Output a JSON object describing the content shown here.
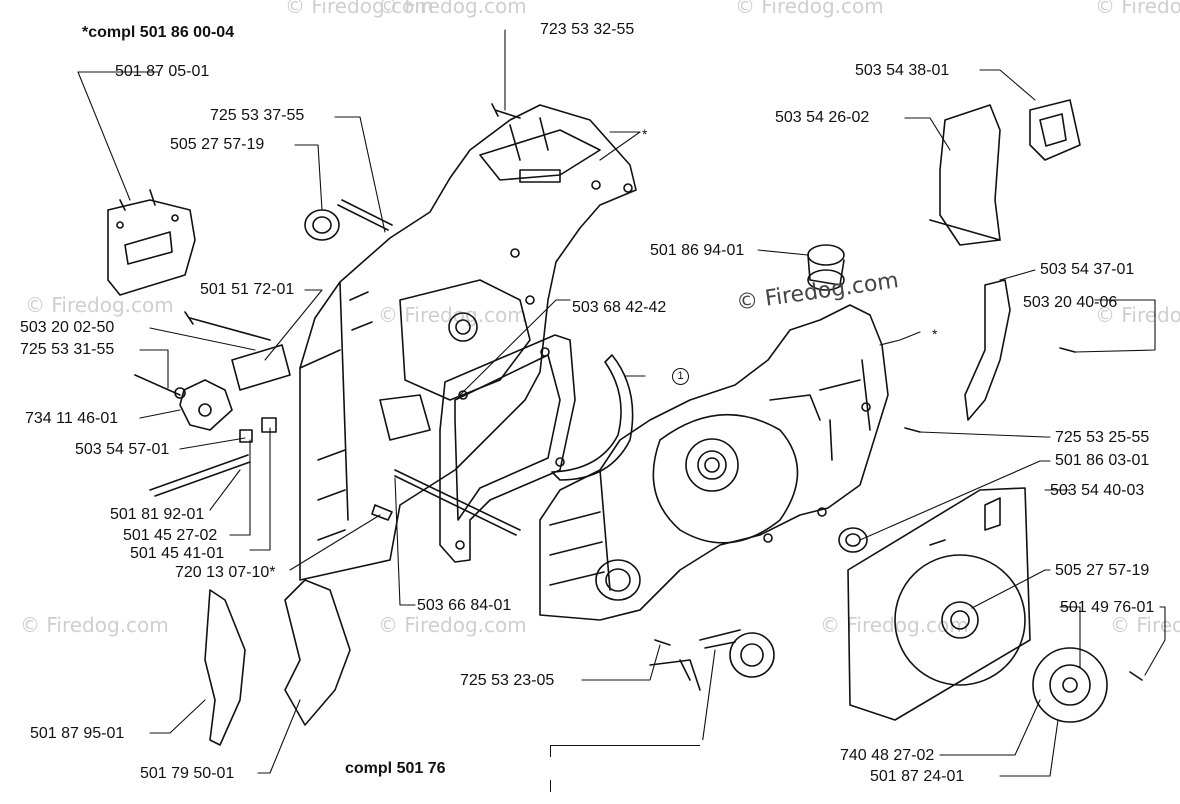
{
  "headers": {
    "top_left": "*compl 501 86 00-04",
    "bottom_center": "compl 501 76"
  },
  "watermark": {
    "text": "© Firedog.com"
  },
  "callout_number": "1",
  "asterisk": "*",
  "labels": [
    "723 53 32-55",
    "501 87 05-01",
    "725 53 37-55",
    "505 27 57-19",
    "501 51 72-01",
    "503 20 02-50",
    "725 53 31-55",
    "734 11 46-01",
    "503 54 57-01",
    "501 81 92-01",
    "501 45 27-02",
    "501 45 41-01",
    "720 13 07-10*",
    "503 68 42-42",
    "503 66 84-01",
    "501 86 94-01",
    "503 54 38-01",
    "503 54 26-02",
    "503 54 37-01",
    "503 20 40-06",
    "725 53 25-55",
    "501 86 03-01",
    "503 54 40-03",
    "505 27 57-19",
    "501 49 76-01",
    "725 53 23-05",
    "501 87 95-01",
    "501 79 50-01",
    "740 48 27-02",
    "501 87 24-01"
  ]
}
